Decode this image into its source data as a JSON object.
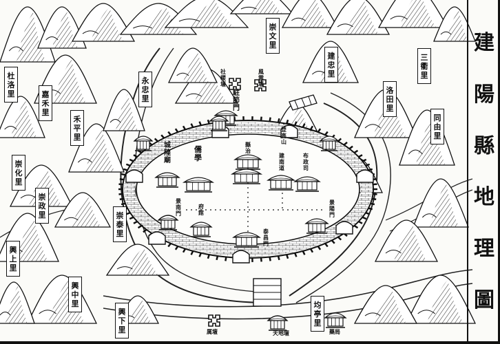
{
  "title": [
    "建",
    "陽",
    "縣",
    "地",
    "理",
    "圖"
  ],
  "wards": [
    {
      "id": "chongwen",
      "chars": [
        "崇",
        "文",
        "里"
      ]
    },
    {
      "id": "jianzhong",
      "chars": [
        "建",
        "忠",
        "里"
      ]
    },
    {
      "id": "sanqu",
      "chars": [
        "三",
        "衢",
        "里"
      ]
    },
    {
      "id": "duluo",
      "chars": [
        "杜",
        "洛",
        "里"
      ]
    },
    {
      "id": "jiahe",
      "chars": [
        "嘉",
        "禾",
        "里"
      ]
    },
    {
      "id": "heping",
      "chars": [
        "禾",
        "平",
        "里"
      ]
    },
    {
      "id": "yongzhong",
      "chars": [
        "永",
        "忠",
        "里"
      ]
    },
    {
      "id": "luotian",
      "chars": [
        "洛",
        "田",
        "里"
      ]
    },
    {
      "id": "tongyou",
      "chars": [
        "同",
        "由",
        "里"
      ]
    },
    {
      "id": "chonghua",
      "chars": [
        "崇",
        "化",
        "里"
      ]
    },
    {
      "id": "chongzheng",
      "chars": [
        "崇",
        "政",
        "里"
      ]
    },
    {
      "id": "chongtai",
      "chars": [
        "崇",
        "泰",
        "里"
      ]
    },
    {
      "id": "xingshang",
      "chars": [
        "興",
        "上",
        "里"
      ]
    },
    {
      "id": "xingzhong",
      "chars": [
        "興",
        "中",
        "里"
      ]
    },
    {
      "id": "xingxia",
      "chars": [
        "興",
        "下",
        "里"
      ]
    },
    {
      "id": "junting",
      "chars": [
        "均",
        "亭",
        "里"
      ]
    }
  ],
  "buildings": [
    {
      "id": "sheji",
      "chars": [
        "社",
        "稷",
        "壇"
      ]
    },
    {
      "id": "fengyun",
      "chars": [
        "風",
        "雲",
        "壇"
      ]
    },
    {
      "id": "zhujiemen",
      "chars": [
        "駐",
        "節",
        "門"
      ]
    },
    {
      "id": "chenghuang",
      "chars": [
        "城",
        "隍",
        "廟"
      ]
    },
    {
      "id": "ruxue",
      "chars": [
        "儒",
        "學"
      ]
    },
    {
      "id": "xianzhi",
      "chars": [
        "縣",
        "治"
      ]
    },
    {
      "id": "dengao",
      "chars": [
        "登",
        "高",
        "山"
      ]
    },
    {
      "id": "jiannandao",
      "chars": [
        "建",
        "南",
        "道"
      ]
    },
    {
      "id": "buzhengsi",
      "chars": [
        "布",
        "政",
        "司"
      ]
    },
    {
      "id": "jingnanmen",
      "chars": [
        "景",
        "南",
        "門"
      ]
    },
    {
      "id": "fuguan",
      "chars": [
        "府",
        "館"
      ]
    },
    {
      "id": "jingyangmen",
      "chars": [
        "景",
        "陽",
        "門"
      ]
    },
    {
      "id": "taichanmen",
      "chars": [
        "泰",
        "昌",
        "門"
      ]
    },
    {
      "id": "litan",
      "chars": [
        "厲",
        "壇"
      ]
    },
    {
      "id": "tianjiantan",
      "chars": [
        "天",
        "地",
        "壇"
      ]
    },
    {
      "id": "yaoshi",
      "chars": [
        "藥",
        "局"
      ]
    }
  ]
}
